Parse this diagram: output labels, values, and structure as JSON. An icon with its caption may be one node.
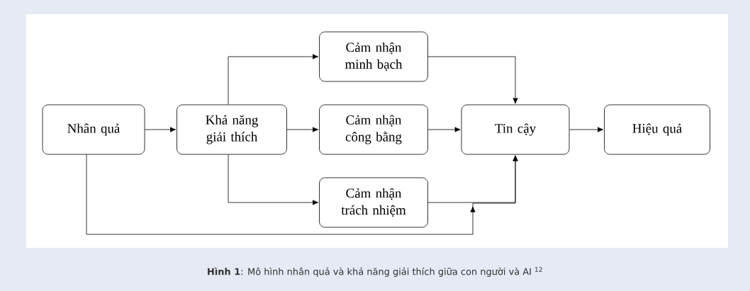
{
  "diagram": {
    "caption": "**Hình 1**: Mô hình nhân quả và khả năng giải thích giữa con người và AI $^{12}$",
    "nodes": [
      {
        "text": [
          "Nhân quả"
        ]
      },
      {
        "text": [
          "Khả năng giải thích"
        ]
      },
      {
        "text": [
          "Cảm nhận minh bạch"
        ]
      },
      {
        "text": [
          "Cảm nhận công bằng"
        ]
      },
      {
        "text": [
          "Cảm nhận trách nhiệm"
        ]
      },
      {
        "text": [
          "Tin cậy"
        ]
      },
      {
        "text": [
          "Hiệu quả"
        ]
      }
    ],
    "edges": [
      {
        "from": 0,
        "to": 1,
        "arrow": "to"
      },
      {
        "from": 1,
        "to": 2,
        "arrow": "to"
      },
      {
        "from": 1,
        "to": 3,
        "arrow": "to"
      },
      {
        "from": 1,
        "to": 4,
        "arrow": "to"
      },
      {
        "from": 2,
        "to": 5,
        "arrow": "to"
      },
      {
        "from": 3,
        "to": 5,
        "arrow": "to"
      },
      {
        "from": 4,
        "to": 5,
        "arrow": "to"
      },
      {
        "from": 0,
        "to": 5,
        "arrow": "to"
      },
      {
        "from": 5,
        "to": 6,
        "arrow": "to"
      }
    ]
  }
}
